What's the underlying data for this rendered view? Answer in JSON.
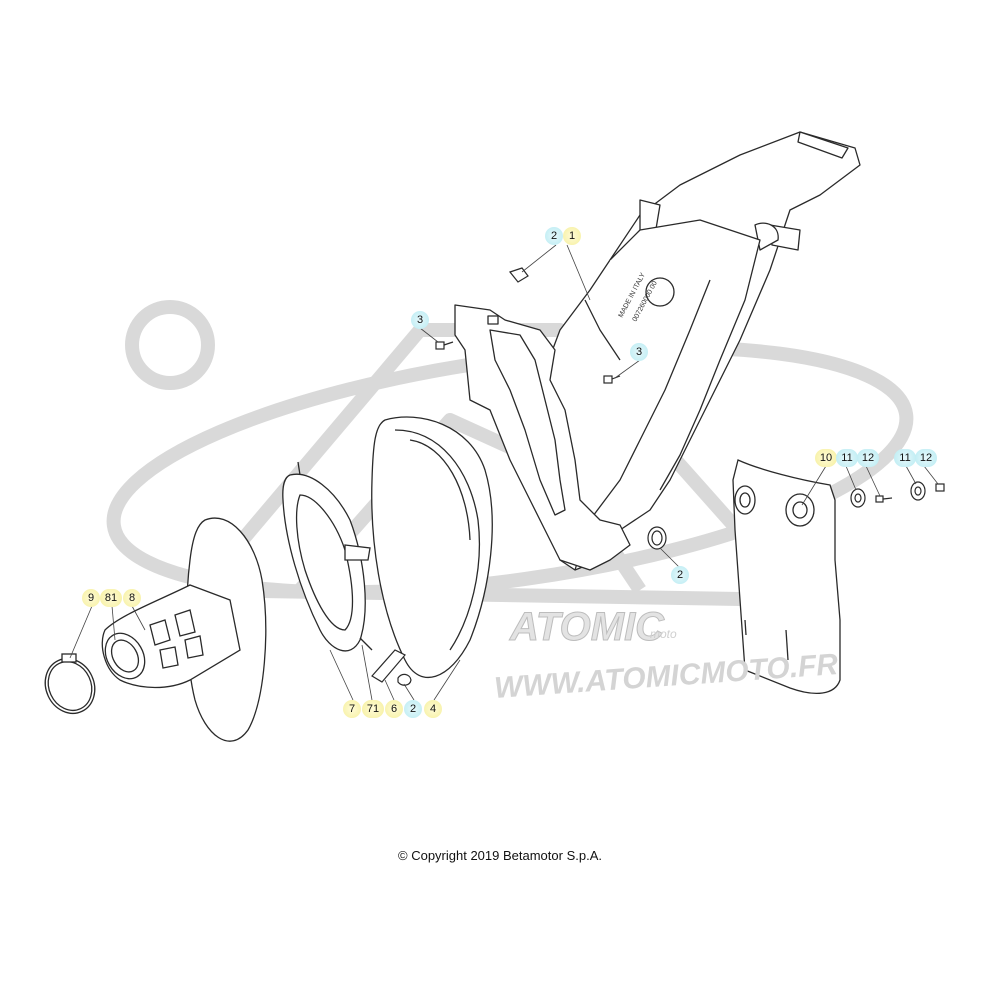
{
  "callouts": {
    "c1": "2",
    "c2": "1",
    "c3": "3",
    "c4": "3",
    "c5": "10",
    "c6": "11",
    "c7": "12",
    "c8": "11",
    "c9": "12",
    "c10": "2",
    "c11": "9",
    "c12": "81",
    "c13": "8",
    "c14": "7",
    "c15": "71",
    "c16": "6",
    "c17": "2",
    "c18": "4"
  },
  "part_markings": {
    "line1": "MADE IN ITALY",
    "line2": "007260000 00"
  },
  "watermark": {
    "brand": "ATOMIC",
    "brand_sub": "moto",
    "url": "WWW.ATOMICMOTO.FR"
  },
  "copyright": "© Copyright 2019 Betamotor S.p.A.",
  "colors": {
    "callout_yellow": "#f5ef9c",
    "callout_blue": "#b8ebf2",
    "watermark_gray": "#cfcfcf",
    "line": "#2a2a2a"
  }
}
